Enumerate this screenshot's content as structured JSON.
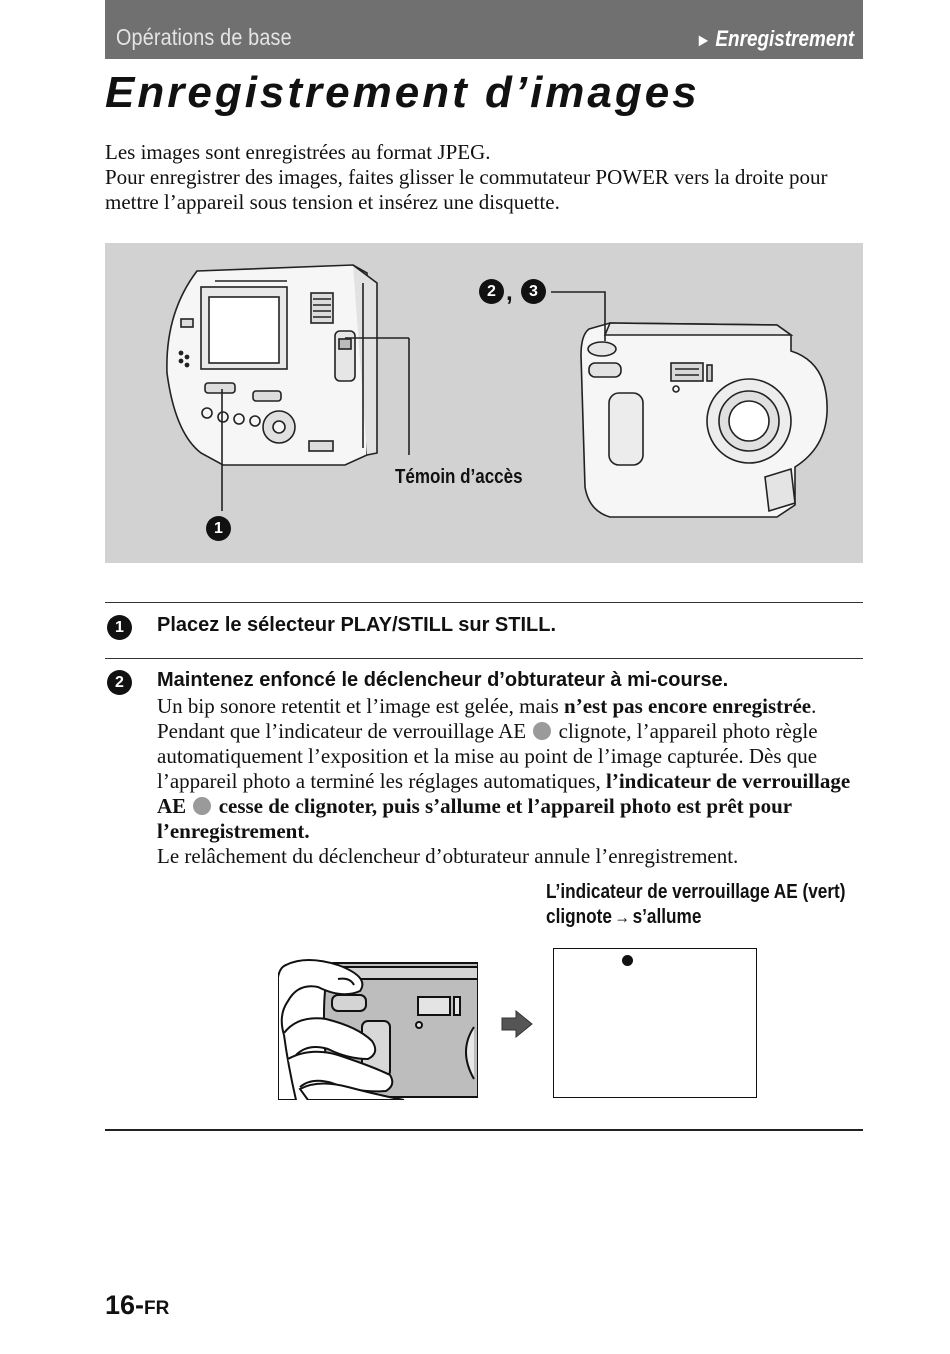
{
  "header": {
    "section": "Opérations de base",
    "breadcrumb_arrow": "►",
    "breadcrumb": "Enregistrement"
  },
  "title": "Enregistrement d’images",
  "intro": {
    "line1": "Les images sont enregistrées au format JPEG.",
    "line2": "Pour enregistrer des images, faites glisser le commutateur POWER vers la droite pour mettre l’appareil sous tension et insérez une disquette."
  },
  "figure": {
    "access_label": "Témoin d’accès",
    "callout_1": "1",
    "callout_2": "2",
    "callout_sep": ",",
    "callout_3": "3"
  },
  "steps": [
    {
      "number": "1",
      "title": "Placez le sélecteur PLAY/STILL sur STILL."
    },
    {
      "number": "2",
      "title": "Maintenez enfoncé le déclencheur d’obturateur à mi-course.",
      "p1_a": "Un bip sonore retentit et l’image est gelée, mais ",
      "p1_b": "n’est pas encore enregistrée",
      "p1_c": ".",
      "p2_a": "Pendant que l’indicateur de verrouillage AE ",
      "p2_b": " clignote, l’appareil photo règle automatiquement l’exposition et la mise au point de l’image capturée. Dès que l’appareil photo a terminé les réglages automatiques, ",
      "p2_c": "l’indicateur de verrouillage AE ",
      "p2_d": " cesse de clignoter, puis s’allume et l’appareil photo est prêt pour l’enregistrement.",
      "p3": "Le relâchement du déclencheur d’obturateur annule l’enregistrement."
    }
  ],
  "indicator": {
    "line1": "L’indicateur de verrouillage AE (vert)",
    "line2_a": "clignote",
    "arrow": "→",
    "line2_b": "s’allume"
  },
  "footer": {
    "page": "16-",
    "suffix": "FR"
  }
}
